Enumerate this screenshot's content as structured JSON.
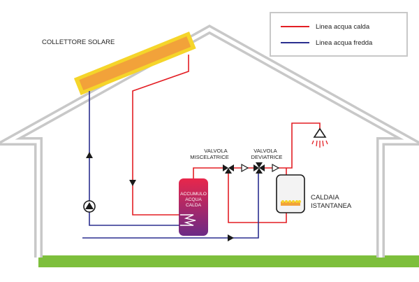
{
  "legend": {
    "hot": {
      "label": "Linea acqua calda",
      "color": "#e31e24"
    },
    "cold": {
      "label": "Linea acqua fredda",
      "color": "#2b2f8f"
    }
  },
  "labels": {
    "collector": "COLLETTORE SOLARE",
    "mixing_valve": [
      "VALVOLA",
      "MISCELATRICE"
    ],
    "diverter_valve": [
      "VALVOLA",
      "DEVIATRICE"
    ],
    "storage_tank": [
      "ACCUMULO",
      "ACQUA",
      "CALDA"
    ],
    "boiler": [
      "CALDAIA",
      "ISTANTANEA"
    ]
  },
  "colors": {
    "house_outline": "#c8c8c8",
    "ground": "#7dbf3c",
    "collector_outer": "#f5d52a",
    "collector_inner": "#f2a23a",
    "tank_top": "#e8274b",
    "tank_bottom": "#6b2a86",
    "boiler_fill": "#f3f3f3",
    "symbol": "#1a1a1a"
  },
  "icons": {
    "pump": "pump-icon",
    "shower": "shower-head-icon",
    "valve": "valve-icon",
    "check_valve": "check-valve-icon",
    "flame": "flame-icon",
    "coil": "heat-exchanger-coil-icon"
  }
}
